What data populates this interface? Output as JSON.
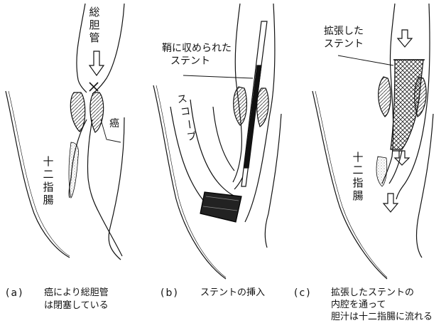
{
  "panels": [
    {
      "id": "(a)",
      "labels": {
        "common_bile_duct": [
          "総",
          "胆",
          "管"
        ],
        "cancer": "癌",
        "duodenum": [
          "十",
          "二",
          "指",
          "腸"
        ]
      },
      "caption": [
        "癌により総胆管",
        "は閉塞している"
      ]
    },
    {
      "id": "(b)",
      "labels": {
        "stent_in_sheath": [
          "鞘に収められた",
          "ステント"
        ],
        "scope": [
          "ス",
          "コ",
          "ー",
          "プ"
        ]
      },
      "caption": [
        "ステントの挿入"
      ]
    },
    {
      "id": "(c)",
      "labels": {
        "expanded_stent": [
          "拡張した",
          "ステント"
        ],
        "duodenum": [
          "十",
          "二",
          "指",
          "腸"
        ]
      },
      "caption": [
        "拡張したステントの",
        "内腔を通って",
        "胆汁は十二指腸に流れる"
      ]
    }
  ]
}
